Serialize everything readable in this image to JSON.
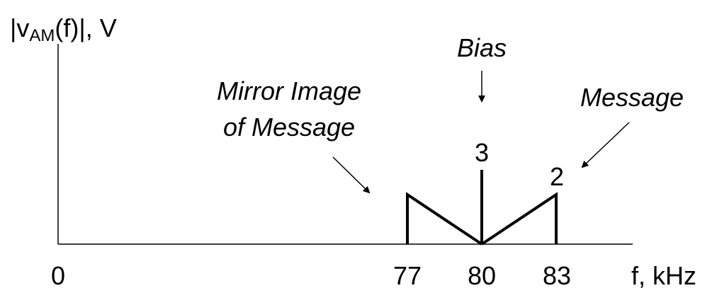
{
  "chart_data": {
    "type": "line",
    "ylabel_prefix": "|v",
    "ylabel_subscript": "AM",
    "ylabel_suffix": "(f)|, V",
    "xlabel": "f, kHz",
    "origin_label": "0",
    "x": [
      77,
      80,
      83
    ],
    "x_tick_labels": [
      "77",
      "80",
      "83"
    ],
    "bias": {
      "f": 80,
      "value": 3,
      "value_label": "3"
    },
    "message": {
      "f_start": 80,
      "f_end": 83,
      "peak": 2,
      "peak_label": "2"
    },
    "mirror": {
      "f_start": 77,
      "f_end": 80,
      "peak": 2
    }
  },
  "annotations": {
    "bias": "Bias",
    "message": "Message",
    "mirror_line1": "Mirror Image",
    "mirror_line2": "of Message"
  }
}
